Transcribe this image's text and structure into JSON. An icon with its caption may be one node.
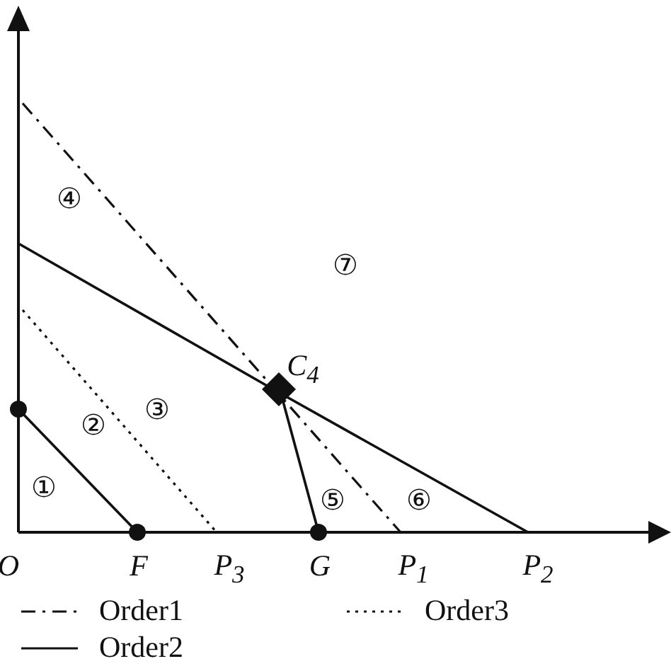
{
  "diagram": {
    "labels": [
      "④",
      "⑦",
      "C$_{4}$",
      "③",
      "②",
      "①",
      "⑤",
      "⑥",
      "O",
      "F",
      "P$_{3}$",
      "G",
      "P$_{1}$",
      "P$_{2}$"
    ],
    "legend": [
      {
        "text": "Order1"
      },
      {
        "text": "Order3"
      },
      {
        "text": "Order2"
      }
    ]
  }
}
